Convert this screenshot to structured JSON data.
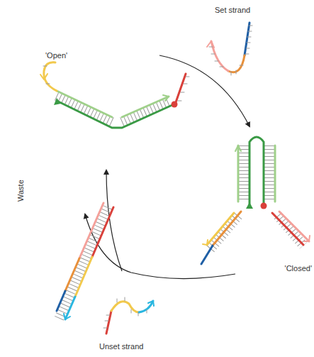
{
  "diagram": {
    "labels": [
      "Set strand",
      "'Open'",
      "Waste",
      "'Closed'",
      "Unset strand"
    ]
  }
}
